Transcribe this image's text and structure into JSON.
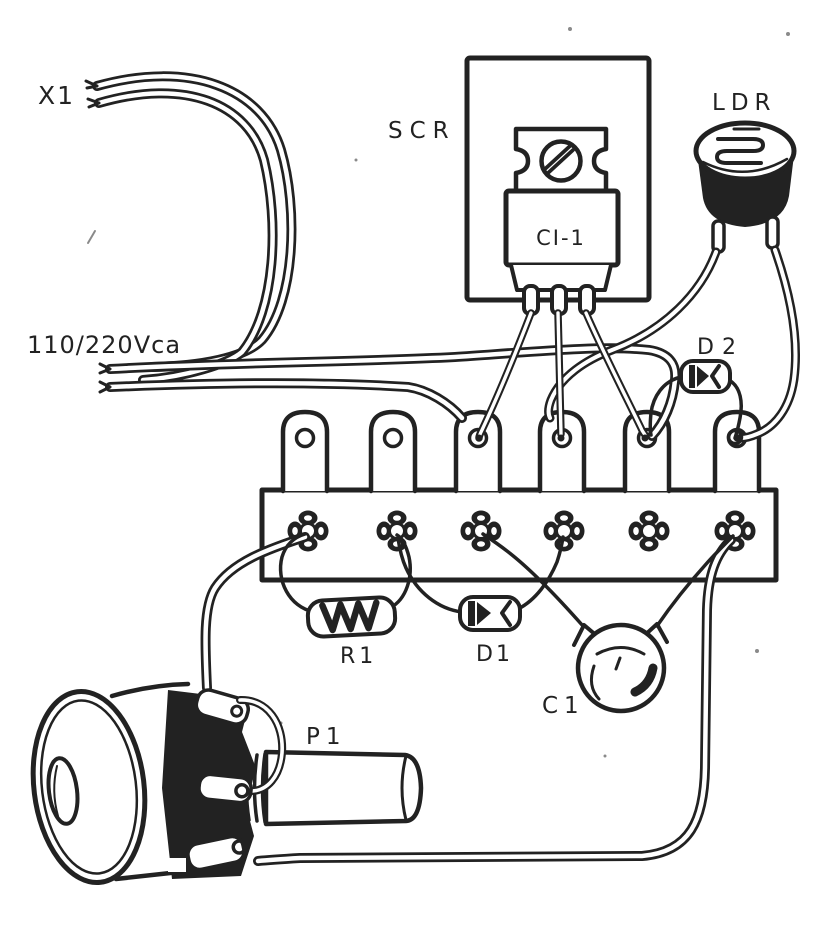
{
  "page": {
    "paper_color": "#ffffff",
    "ink_color": "#222222"
  },
  "labels": {
    "x1": "X1",
    "mains_voltage": "110/220Vca",
    "scr": "SCR",
    "ci1": "CI-1",
    "ldr": "LDR",
    "d2": "D2",
    "r1": "R1",
    "d1": "D1",
    "c1": "C1",
    "p1": "P1"
  }
}
